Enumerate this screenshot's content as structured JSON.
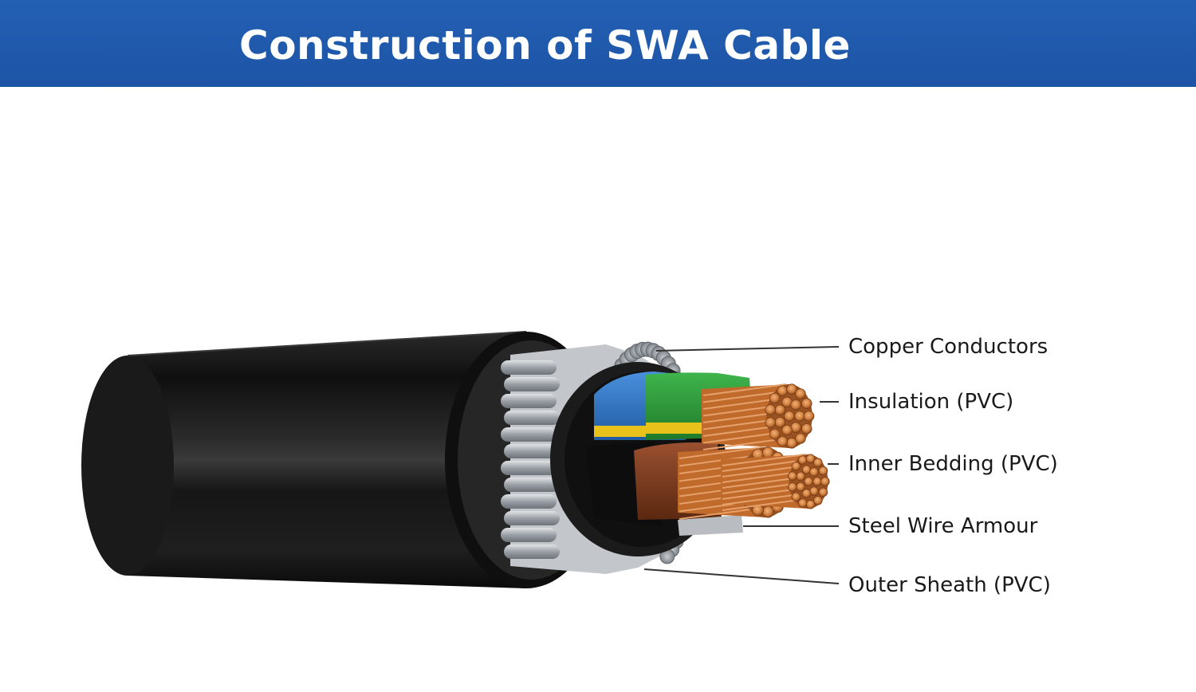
{
  "header": {
    "title": "Construction of SWA Cable"
  },
  "labels": {
    "copper_conductors": "Copper Conductors",
    "insulation": "Insulation (PVC)",
    "inner_bedding": "Inner Bedding (PVC)",
    "steel_wire_armour": "Steel Wire Armour",
    "outer_sheath": "Outer Sheath (PVC)"
  },
  "colors": {
    "header_blue": "#1f57aa",
    "sheath_black": "#151515",
    "armour_steel": "#b4b8bd",
    "core_blue": "#2f73c4",
    "core_green": "#2e9a3a",
    "core_yellow": "#e8c21a",
    "core_brown": "#7a3a1c",
    "copper": "#c8743a"
  },
  "icons": {
    "cable": "swa-cable-cross-section"
  }
}
